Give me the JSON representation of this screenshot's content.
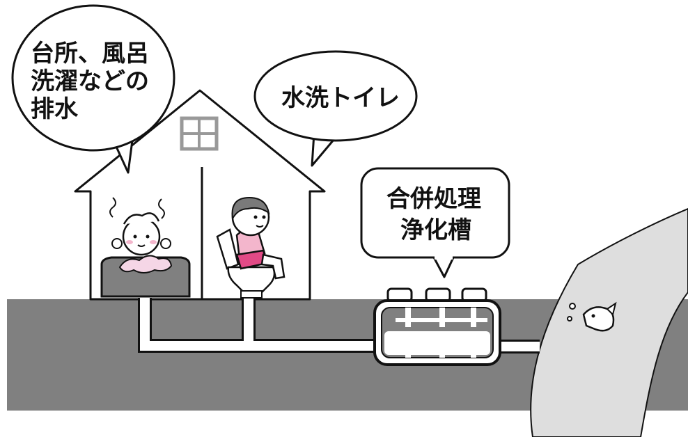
{
  "bubbles": {
    "kitchen_bath": {
      "lines": [
        "台所、風呂",
        "洗濯などの",
        "排水"
      ]
    },
    "toilet": {
      "lines": [
        "水洗トイレ"
      ]
    },
    "septic_tank": {
      "lines": [
        "合併処理",
        "浄化槽"
      ]
    }
  },
  "colors": {
    "ground": "#808080",
    "river": "#dedede",
    "tub": "#808080",
    "window": "#999999",
    "child_shirt": "#f3b6cc",
    "child_pants": "#e24a86",
    "water_splash": "#f5d6e6",
    "outline": "#111111"
  },
  "icons": {
    "house": "house-outline",
    "bathtub": "bathtub-icon",
    "bathing_baby": "baby-in-bath-icon",
    "toilet_child": "child-on-toilet-icon",
    "septic": "septic-tank-icon",
    "fish": "fish-icon"
  }
}
